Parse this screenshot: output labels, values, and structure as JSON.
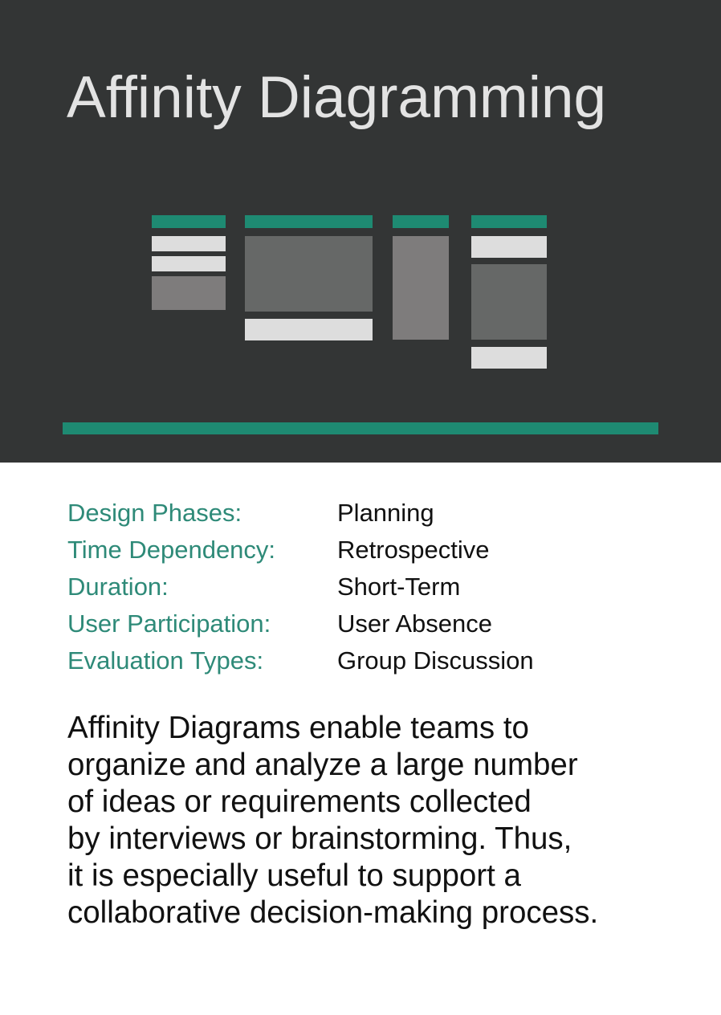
{
  "card": {
    "title": "Affinity Diagramming",
    "colors": {
      "header_bg": "#333535",
      "accent": "#1e8a72",
      "light_card": "#dddddd",
      "mid_card": "#666867",
      "dark_card": "#7e7c7c"
    }
  },
  "meta": [
    {
      "label": "Design Phases:",
      "value": "Planning"
    },
    {
      "label": "Time Dependency:",
      "value": "Retrospective"
    },
    {
      "label": "Duration:",
      "value": "Short-Term"
    },
    {
      "label": "User Participation:",
      "value": "User Absence"
    },
    {
      "label": "Evaluation Types:",
      "value": "Group Discussion"
    }
  ],
  "description": {
    "lines": [
      "Affinity Diagrams enable teams to",
      "organize and analyze a large number",
      "of ideas or requirements collected",
      "by interviews or brainstorming. Thus,",
      "it is especially useful to support a",
      "collaborative decision-making process."
    ]
  }
}
